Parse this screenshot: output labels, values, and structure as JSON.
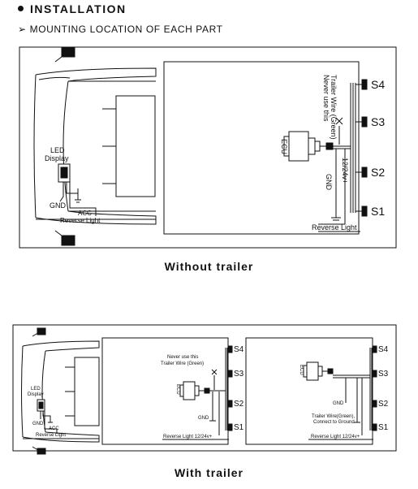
{
  "header": {
    "title": "INSTALLATION",
    "subtitle_marker": "➢",
    "subtitle": "MOUNTING LOCATION OF EACH PART"
  },
  "diagram1": {
    "caption": "Without trailer",
    "led_label_1": "LED",
    "led_label_2": "Display",
    "gnd": "GND",
    "acc": "ACC",
    "reverse_light": "Reverse Light",
    "warning_1": "Never use this",
    "warning_2": "Trailer Wire (Green)",
    "ecu": "ECU",
    "power": "12/24v+",
    "gnd_vertical": "GND",
    "sensors": [
      "S4",
      "S3",
      "S2",
      "S1"
    ]
  },
  "diagram2": {
    "caption": "With trailer",
    "led_label_1": "LED",
    "led_label_2": "Display",
    "gnd": "GND",
    "acc": "ACC",
    "reverse_light": "Reverse Light",
    "warning_1": "Never use this",
    "warning_2": "Trailer Wire (Green)",
    "ecu": "ECU",
    "gnd_mid": "GND",
    "bottom_label": "Reverse Light 12/24v+",
    "sensors": [
      "S4",
      "S3",
      "S2",
      "S1"
    ],
    "trailer_gnd": "GND",
    "trailer_note_1": "Trailer Wire(Green),",
    "trailer_note_2": "Connect to Ground",
    "trailer_bottom_label": "Reverse Light 12/24v+",
    "trailer_sensors": [
      "S4",
      "S3",
      "S2",
      "S1"
    ]
  }
}
